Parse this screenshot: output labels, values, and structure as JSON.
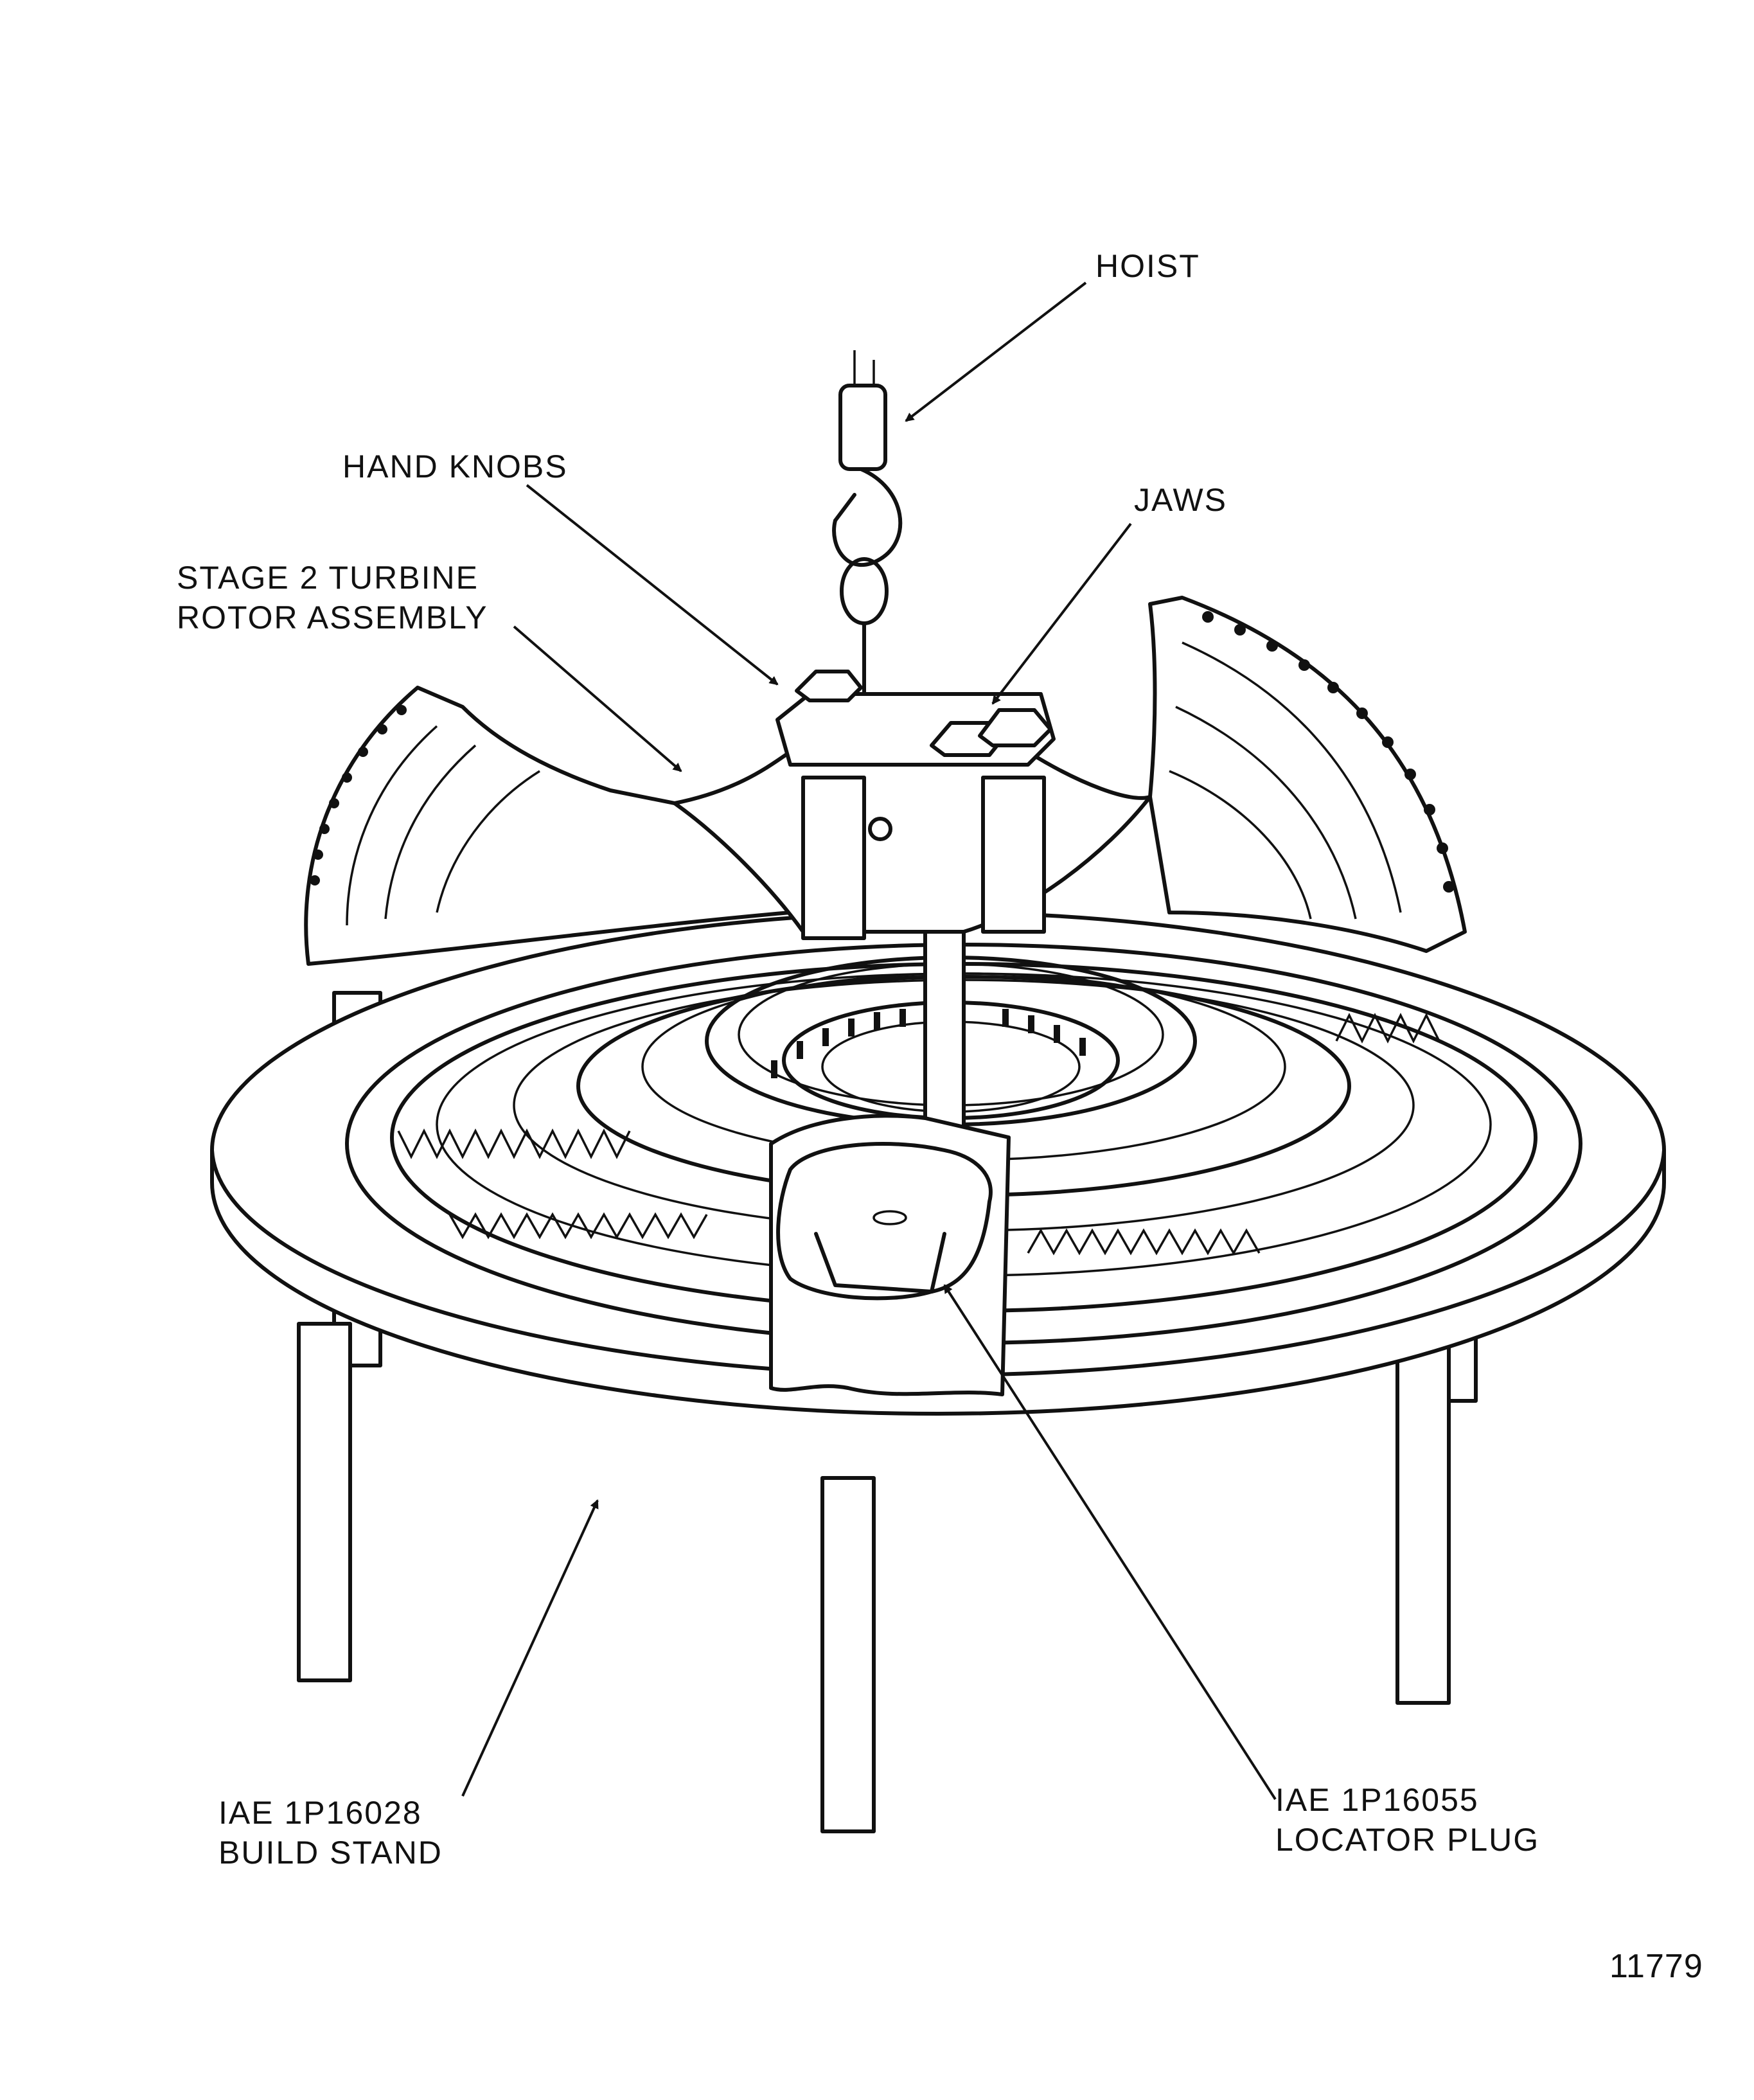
{
  "labels": {
    "hoist": "HOIST",
    "hand_knobs": "HAND KNOBS",
    "jaws": "JAWS",
    "rotor_line1": "STAGE 2 TURBINE",
    "rotor_line2": "ROTOR ASSEMBLY",
    "stand_line1": "IAE 1P16028",
    "stand_line2": "BUILD STAND",
    "plug_line1": "IAE 1P16055",
    "plug_line2": "LOCATOR PLUG"
  },
  "figure_number": "11779"
}
